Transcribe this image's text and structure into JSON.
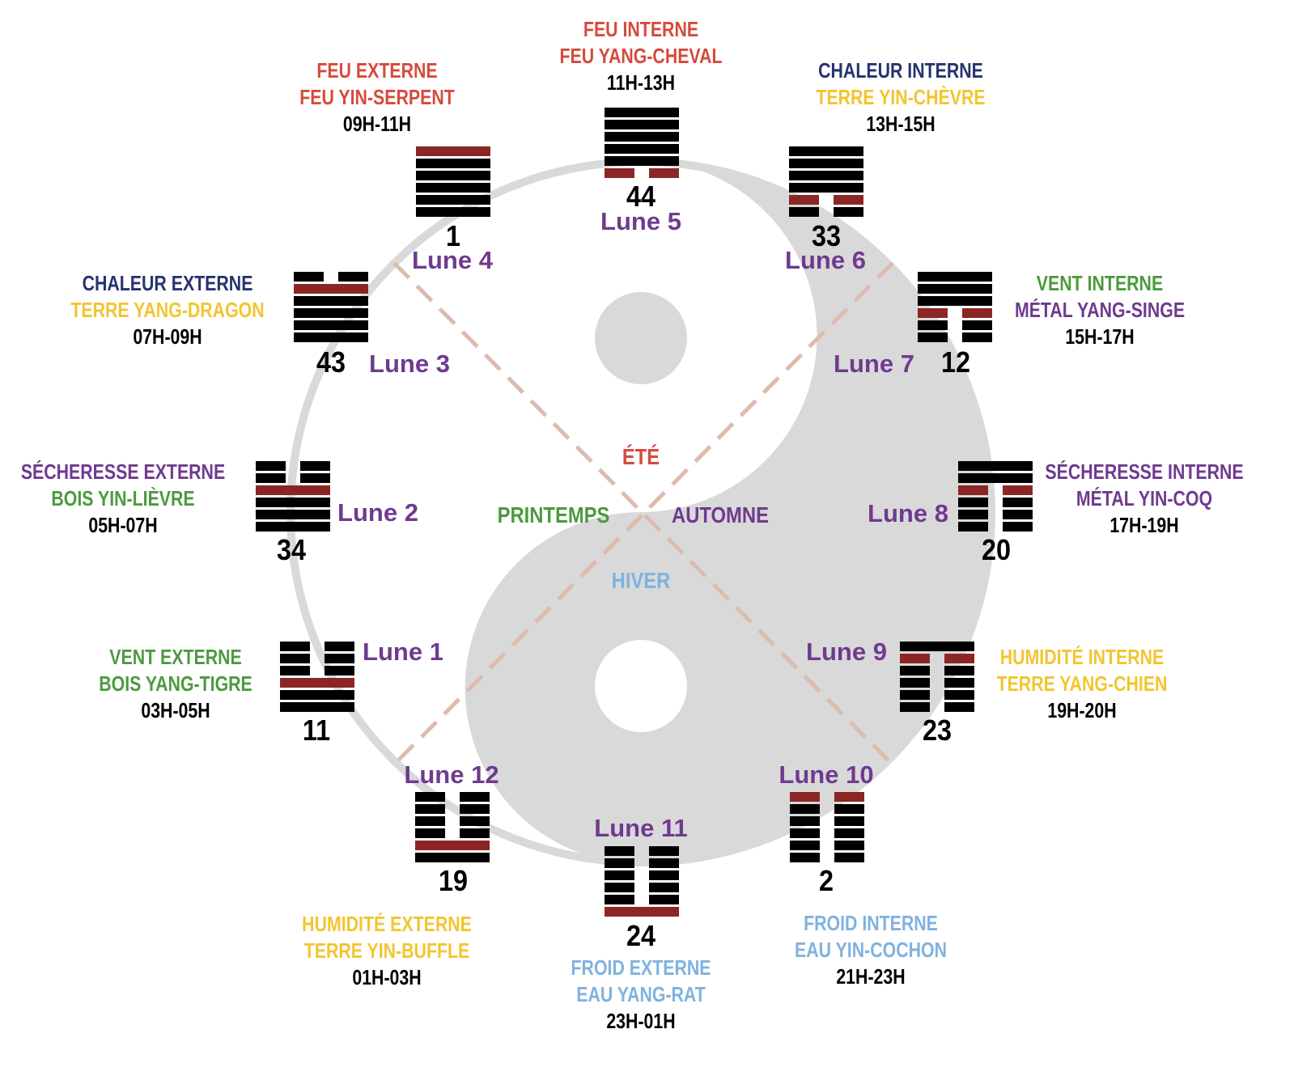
{
  "colors": {
    "red": "#d64a3c",
    "navy": "#26336f",
    "yellow": "#f2c530",
    "green": "#4c9a3f",
    "purple": "#6f3a8f",
    "lightblue": "#7fb2e0",
    "black": "#000000",
    "changing_line": "#8b2624",
    "circle": "#d9d9d9",
    "dash": "#dcbcae"
  },
  "labels": [
    {
      "l1": "FEU INTERNE",
      "l2": "FEU YANG-CHEVAL",
      "l3": "11H-13H",
      "c1": "red",
      "c2": "red"
    },
    {
      "l1": "FEU EXTERNE",
      "l2": "FEU YIN-SERPENT",
      "l3": "09H-11H",
      "c1": "red",
      "c2": "red"
    },
    {
      "l1": "CHALEUR INTERNE",
      "l2": "TERRE YIN-CHÈVRE",
      "l3": "13H-15H",
      "c1": "navy",
      "c2": "yellow"
    },
    {
      "l1": "CHALEUR EXTERNE",
      "l2": "TERRE YANG-DRAGON",
      "l3": "07H-09H",
      "c1": "navy",
      "c2": "yellow"
    },
    {
      "l1": "VENT INTERNE",
      "l2": "MÉTAL YANG-SINGE",
      "l3": "15H-17H",
      "c1": "green",
      "c2": "purple"
    },
    {
      "l1": "SÉCHERESSE EXTERNE",
      "l2": "BOIS YIN-LIÈVRE",
      "l3": "05H-07H",
      "c1": "purple",
      "c2": "green"
    },
    {
      "l1": "SÉCHERESSE INTERNE",
      "l2": "MÉTAL YIN-COQ",
      "l3": "17H-19H",
      "c1": "purple",
      "c2": "purple"
    },
    {
      "l1": "VENT EXTERNE",
      "l2": "BOIS YANG-TIGRE",
      "l3": "03H-05H",
      "c1": "green",
      "c2": "green"
    },
    {
      "l1": "HUMIDITÉ INTERNE",
      "l2": "TERRE YANG-CHIEN",
      "l3": "19H-20H",
      "c1": "yellow",
      "c2": "yellow"
    },
    {
      "l1": "HUMIDITÉ EXTERNE",
      "l2": "TERRE YIN-BUFFLE",
      "l3": "01H-03H",
      "c1": "yellow",
      "c2": "yellow"
    },
    {
      "l1": "FROID INTERNE",
      "l2": "EAU YIN-COCHON",
      "l3": "21H-23H",
      "c1": "lightblue",
      "c2": "lightblue"
    },
    {
      "l1": "FROID EXTERNE",
      "l2": "EAU YANG-RAT",
      "l3": "23H-01H",
      "c1": "lightblue",
      "c2": "lightblue"
    }
  ],
  "lunes": [
    "Lune 1",
    "Lune 2",
    "Lune 3",
    "Lune 4",
    "Lune 5",
    "Lune 6",
    "Lune 7",
    "Lune 8",
    "Lune 9",
    "Lune 10",
    "Lune 11",
    "Lune 12"
  ],
  "seasons": {
    "summer": "ÉTÉ",
    "spring": "PRINTEMPS",
    "autumn": "AUTOMNE",
    "winter": "HIVER"
  },
  "hexagrams": [
    {
      "number": "1",
      "lines": "111111",
      "changing": 0
    },
    {
      "number": "44",
      "lines": "111110",
      "changing": 5
    },
    {
      "number": "33",
      "lines": "111100",
      "changing": 4
    },
    {
      "number": "43",
      "lines": "011111",
      "changing": 1
    },
    {
      "number": "12",
      "lines": "111000",
      "changing": 3
    },
    {
      "number": "34",
      "lines": "001111",
      "changing": 2
    },
    {
      "number": "20",
      "lines": "110000",
      "changing": 2
    },
    {
      "number": "11",
      "lines": "000111",
      "changing": 3
    },
    {
      "number": "23",
      "lines": "100000",
      "changing": 1
    },
    {
      "number": "19",
      "lines": "000011",
      "changing": 4
    },
    {
      "number": "2",
      "lines": "000000",
      "changing": 0
    },
    {
      "number": "24",
      "lines": "000001",
      "changing": 5
    }
  ]
}
